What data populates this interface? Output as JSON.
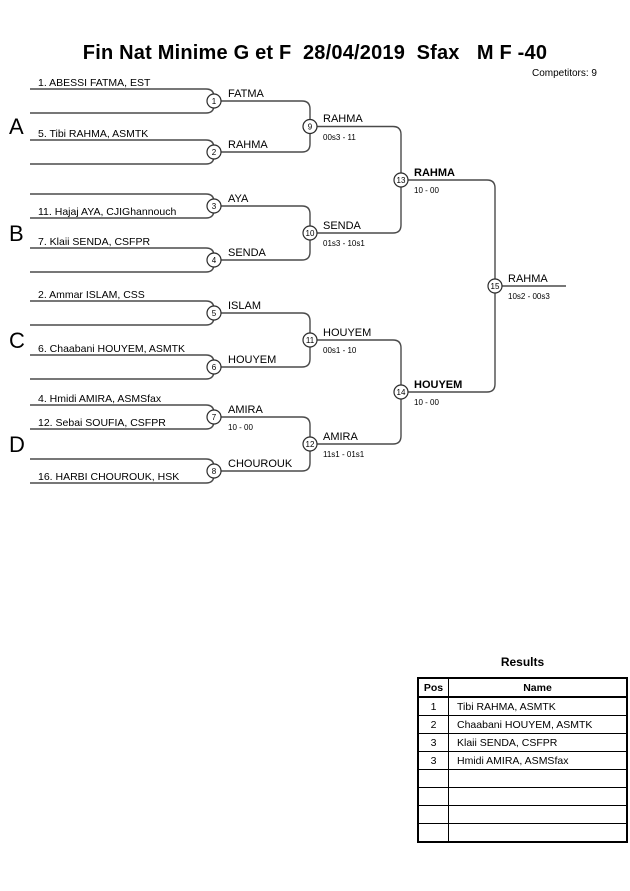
{
  "header": {
    "title": "Fin Nat Minime G et F  28/04/2019  Sfax   M F -40",
    "competitors": "Competitors: 9"
  },
  "groups": [
    "A",
    "B",
    "C",
    "D"
  ],
  "bracket": {
    "seeds": [
      "1. ABESSI FATMA, EST",
      "5. Tibi RAHMA, ASMTK",
      "11. Hajaj AYA, CJIGhannouch",
      "7. Klaii SENDA, CSFPR",
      "2. Ammar ISLAM, CSS",
      "6. Chaabani HOUYEM, ASMTK",
      "4. Hmidi AMIRA, ASMSfax",
      "12. Sebai SOUFIA, CSFPR",
      "16. HARBI CHOUROUK, HSK"
    ],
    "matches": [
      {
        "num": "1",
        "winner": "FATMA",
        "score": ""
      },
      {
        "num": "2",
        "winner": "RAHMA",
        "score": ""
      },
      {
        "num": "3",
        "winner": "AYA",
        "score": ""
      },
      {
        "num": "4",
        "winner": "SENDA",
        "score": ""
      },
      {
        "num": "5",
        "winner": "ISLAM",
        "score": ""
      },
      {
        "num": "6",
        "winner": "HOUYEM",
        "score": ""
      },
      {
        "num": "7",
        "winner": "AMIRA",
        "score": "10 - 00"
      },
      {
        "num": "8",
        "winner": "CHOUROUK",
        "score": ""
      },
      {
        "num": "9",
        "winner": "RAHMA",
        "score": "00s3 - 11"
      },
      {
        "num": "10",
        "winner": "SENDA",
        "score": "01s3 - 10s1"
      },
      {
        "num": "11",
        "winner": "HOUYEM",
        "score": "00s1 - 10"
      },
      {
        "num": "12",
        "winner": "AMIRA",
        "score": "11s1 - 01s1"
      },
      {
        "num": "13",
        "winner": "RAHMA",
        "score": "10 - 00"
      },
      {
        "num": "14",
        "winner": "HOUYEM",
        "score": "10 - 00"
      },
      {
        "num": "15",
        "winner": "RAHMA",
        "score": "10s2 - 00s3"
      }
    ]
  },
  "results": {
    "title": "Results",
    "headers": {
      "pos": "Pos",
      "name": "Name"
    },
    "rows": [
      {
        "pos": "1",
        "name": "Tibi RAHMA, ASMTK"
      },
      {
        "pos": "2",
        "name": "Chaabani HOUYEM, ASMTK"
      },
      {
        "pos": "3",
        "name": "Klaii SENDA, CSFPR"
      },
      {
        "pos": "3",
        "name": "Hmidi AMIRA, ASMSfax"
      },
      {
        "pos": "",
        "name": ""
      },
      {
        "pos": "",
        "name": ""
      },
      {
        "pos": "",
        "name": ""
      },
      {
        "pos": "",
        "name": ""
      }
    ]
  },
  "colors": {
    "line": "#4a4a4a",
    "text": "#000000",
    "background": "#ffffff"
  }
}
